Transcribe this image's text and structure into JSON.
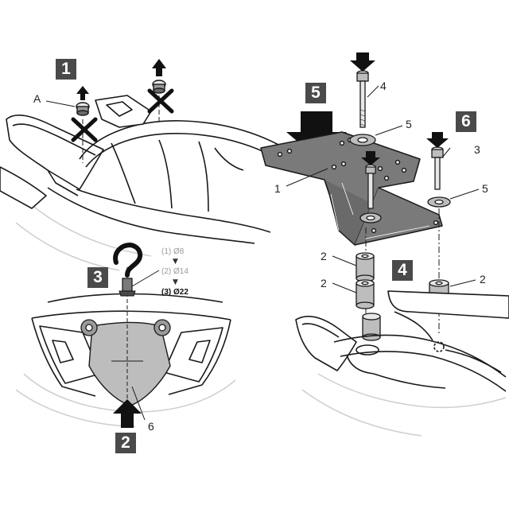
{
  "steps": {
    "s1": "1",
    "s2": "2",
    "s3": "3",
    "s4": "4",
    "s5": "5",
    "s6": "6"
  },
  "callouts": {
    "letter_a": "A",
    "bracket_num": "1",
    "spacer_num_upper": "2",
    "spacer_num_lower": "2",
    "spacer_num_right": "2",
    "long_bolt_num": "4",
    "washer_num_top": "5",
    "short_bolt_num": "3",
    "washer_num_right": "5",
    "plate_num": "6"
  },
  "drill_sizes": {
    "d1": "(1) Ø8",
    "d2": "(2) Ø14",
    "d3": "(3) Ø22"
  },
  "colors": {
    "line": "#1a1a1a",
    "part_fill": "#7a7a7a",
    "plate_fill": "#bdbdbd",
    "badge": "#4a4a4a",
    "ghost": "#d0d0d0"
  }
}
